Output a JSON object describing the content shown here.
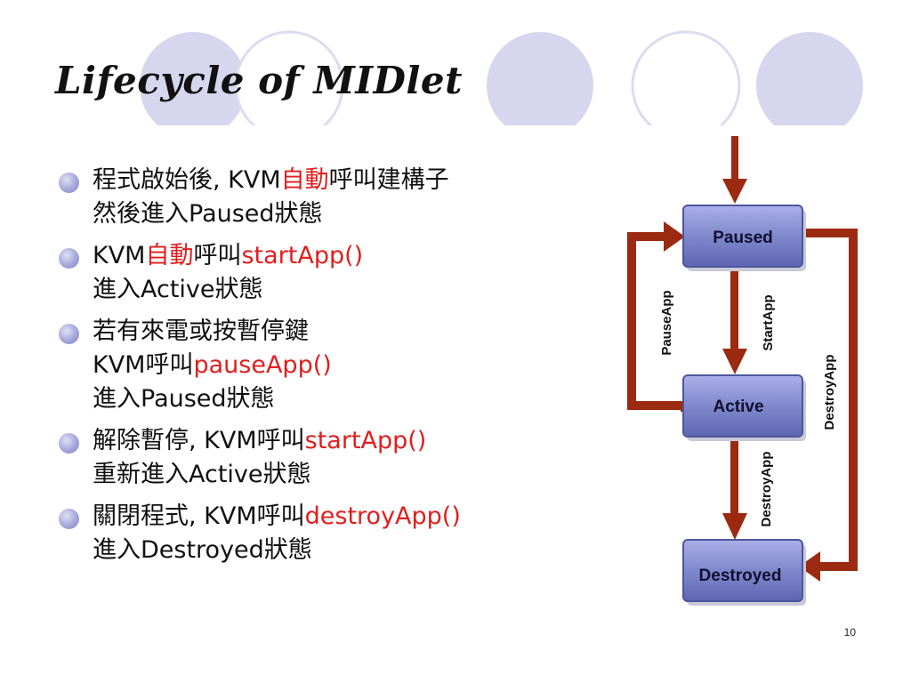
{
  "slide": {
    "title": "Lifecycle of MIDlet",
    "page_number": "10"
  },
  "bullets": [
    {
      "lines": [
        [
          {
            "text": "程式啟始後, KVM"
          },
          {
            "text": "自動",
            "highlight": true
          },
          {
            "text": "呼叫建構子"
          }
        ],
        [
          {
            "text": "然後進入Paused狀態"
          }
        ]
      ]
    },
    {
      "lines": [
        [
          {
            "text": "KVM"
          },
          {
            "text": "自動",
            "highlight": true
          },
          {
            "text": "呼叫"
          },
          {
            "text": "startApp()",
            "highlight": true
          }
        ],
        [
          {
            "text": "進入Active狀態"
          }
        ]
      ]
    },
    {
      "lines": [
        [
          {
            "text": "若有來電或按暫停鍵"
          }
        ],
        [
          {
            "text": "KVM呼叫"
          },
          {
            "text": "pauseApp()",
            "highlight": true
          }
        ],
        [
          {
            "text": "進入Paused狀態"
          }
        ]
      ]
    },
    {
      "lines": [
        [
          {
            "text": "解除暫停, KVM呼叫"
          },
          {
            "text": "startApp()",
            "highlight": true
          }
        ],
        [
          {
            "text": "重新進入Active狀態"
          }
        ]
      ]
    },
    {
      "lines": [
        [
          {
            "text": "關閉程式, KVM呼叫"
          },
          {
            "text": "destroyApp()",
            "highlight": true
          }
        ],
        [
          {
            "text": "進入Destroyed狀態"
          }
        ]
      ]
    }
  ],
  "diagram": {
    "states": {
      "paused": "Paused",
      "active": "Active",
      "destroyed": "Destroyed"
    },
    "transitions": {
      "pause": "PauseApp",
      "start": "StartApp",
      "destroy_from_active": "DestroyApp",
      "destroy_from_paused": "DestroyApp"
    }
  },
  "colors": {
    "highlight_text": "#e01e1e",
    "bullet_dot": "#a3a6d9",
    "decor_circle_fill": "#d6d6ef",
    "decor_circle_outline": "#ddddf0",
    "state_box": "#7d84c9",
    "arrow": "#9b2a10"
  }
}
